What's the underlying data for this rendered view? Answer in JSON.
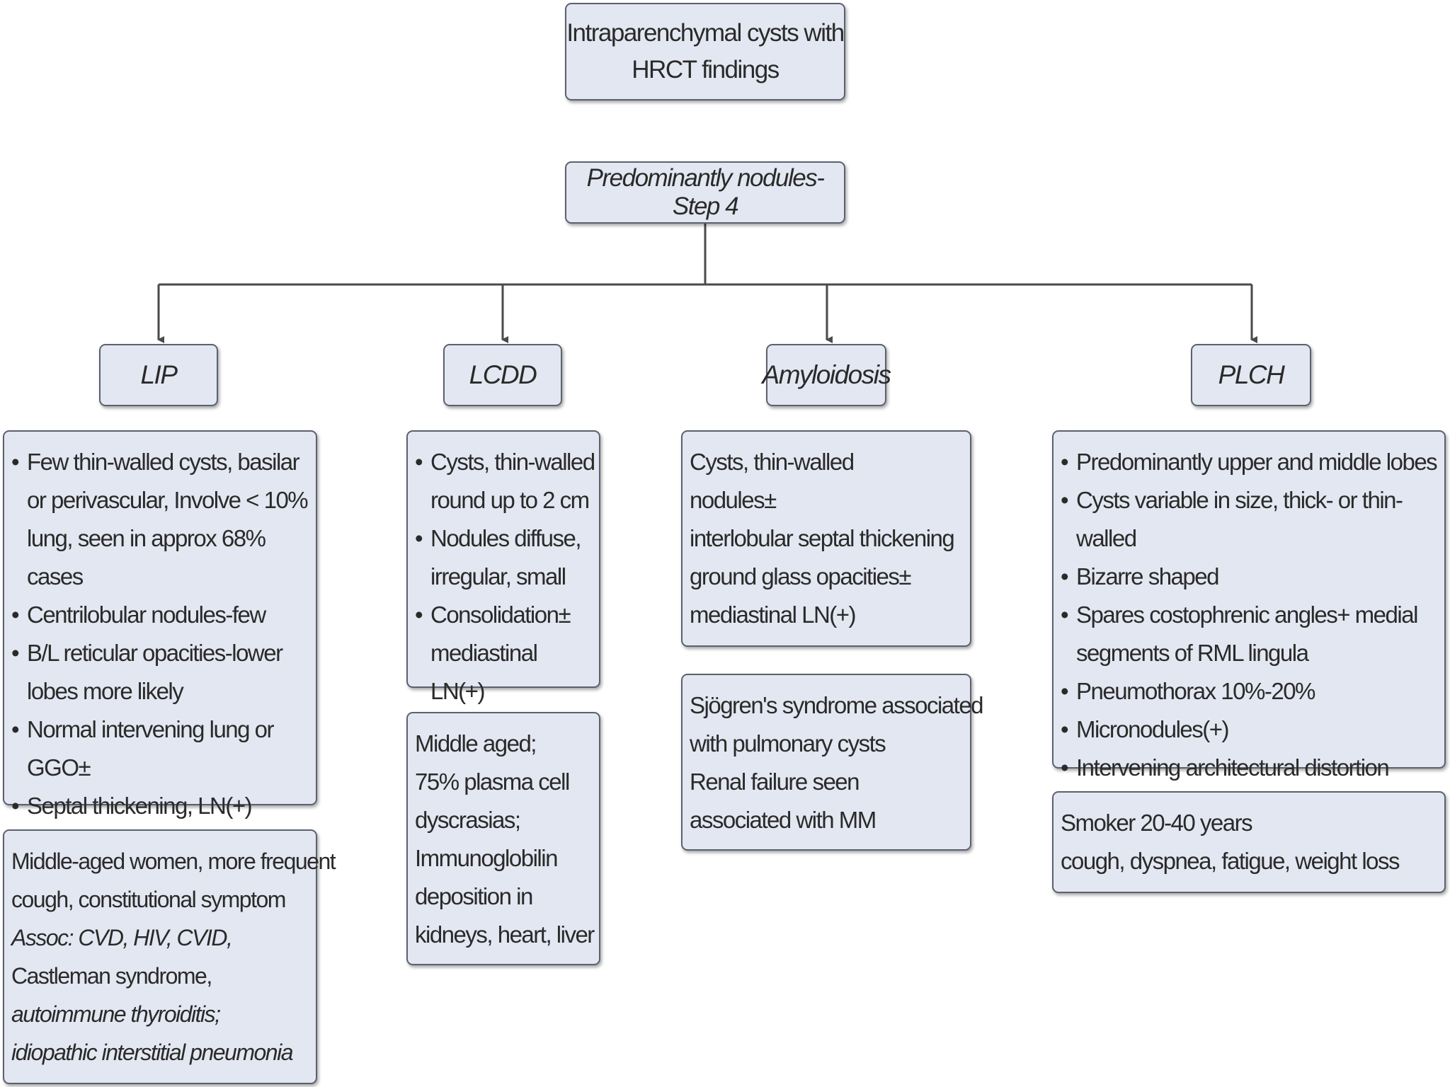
{
  "title": {
    "lines": [
      "Intraparenchymal cysts with",
      "HRCT findings"
    ]
  },
  "step": "Predominantly nodules-Step 4",
  "columns": [
    {
      "id": "lip",
      "name": "LIP",
      "findings": [
        "Few thin-walled cysts, basilar or perivascular, Involve < 10% lung, seen in approx 68% cases",
        "Centrilobular nodules-few",
        "B/L reticular opacities-lower lobes more likely",
        "Normal intervening lung or GGO±",
        "Septal thickening, LN(+)"
      ],
      "clinical": [
        "Middle-aged women, more frequent",
        "cough, constitutional symptom",
        "Assoc: CVD, HIV, CVID,",
        "Castleman syndrome,",
        "autoimmune thyroiditis;",
        "idiopathic interstitial pneumonia"
      ]
    },
    {
      "id": "lcdd",
      "name": "LCDD",
      "findings": [
        "Cysts, thin-walled round up to 2 cm",
        "Nodules diffuse, irregular, small",
        "Consolidation± mediastinal LN(+)"
      ],
      "clinical": [
        "Middle aged;",
        "75% plasma cell",
        "dyscrasias;",
        "Immunoglobilin",
        "deposition in",
        "kidneys, heart, liver"
      ]
    },
    {
      "id": "amyloidosis",
      "name": "Amyloidosis",
      "findings": [
        "Cysts, thin-walled",
        "nodules±",
        "interlobular septal thickening",
        "ground glass opacities±",
        "mediastinal LN(+)"
      ],
      "clinical": [
        "Sjögren's syndrome associated",
        "with pulmonary cysts",
        "Renal failure seen",
        "associated with MM"
      ]
    },
    {
      "id": "plch",
      "name": "PLCH",
      "findings": [
        "Predominantly upper and middle lobes",
        "Cysts variable in size, thick- or thin-walled",
        "Bizarre shaped",
        "Spares costophrenic angles+ medial segments of RML lingula",
        "Pneumothorax 10%-20%",
        "Micronodules(+)",
        "Intervening architectural distortion"
      ],
      "clinical": [
        "Smoker 20-40 years",
        "cough, dyspnea, fatigue, weight loss"
      ]
    }
  ]
}
